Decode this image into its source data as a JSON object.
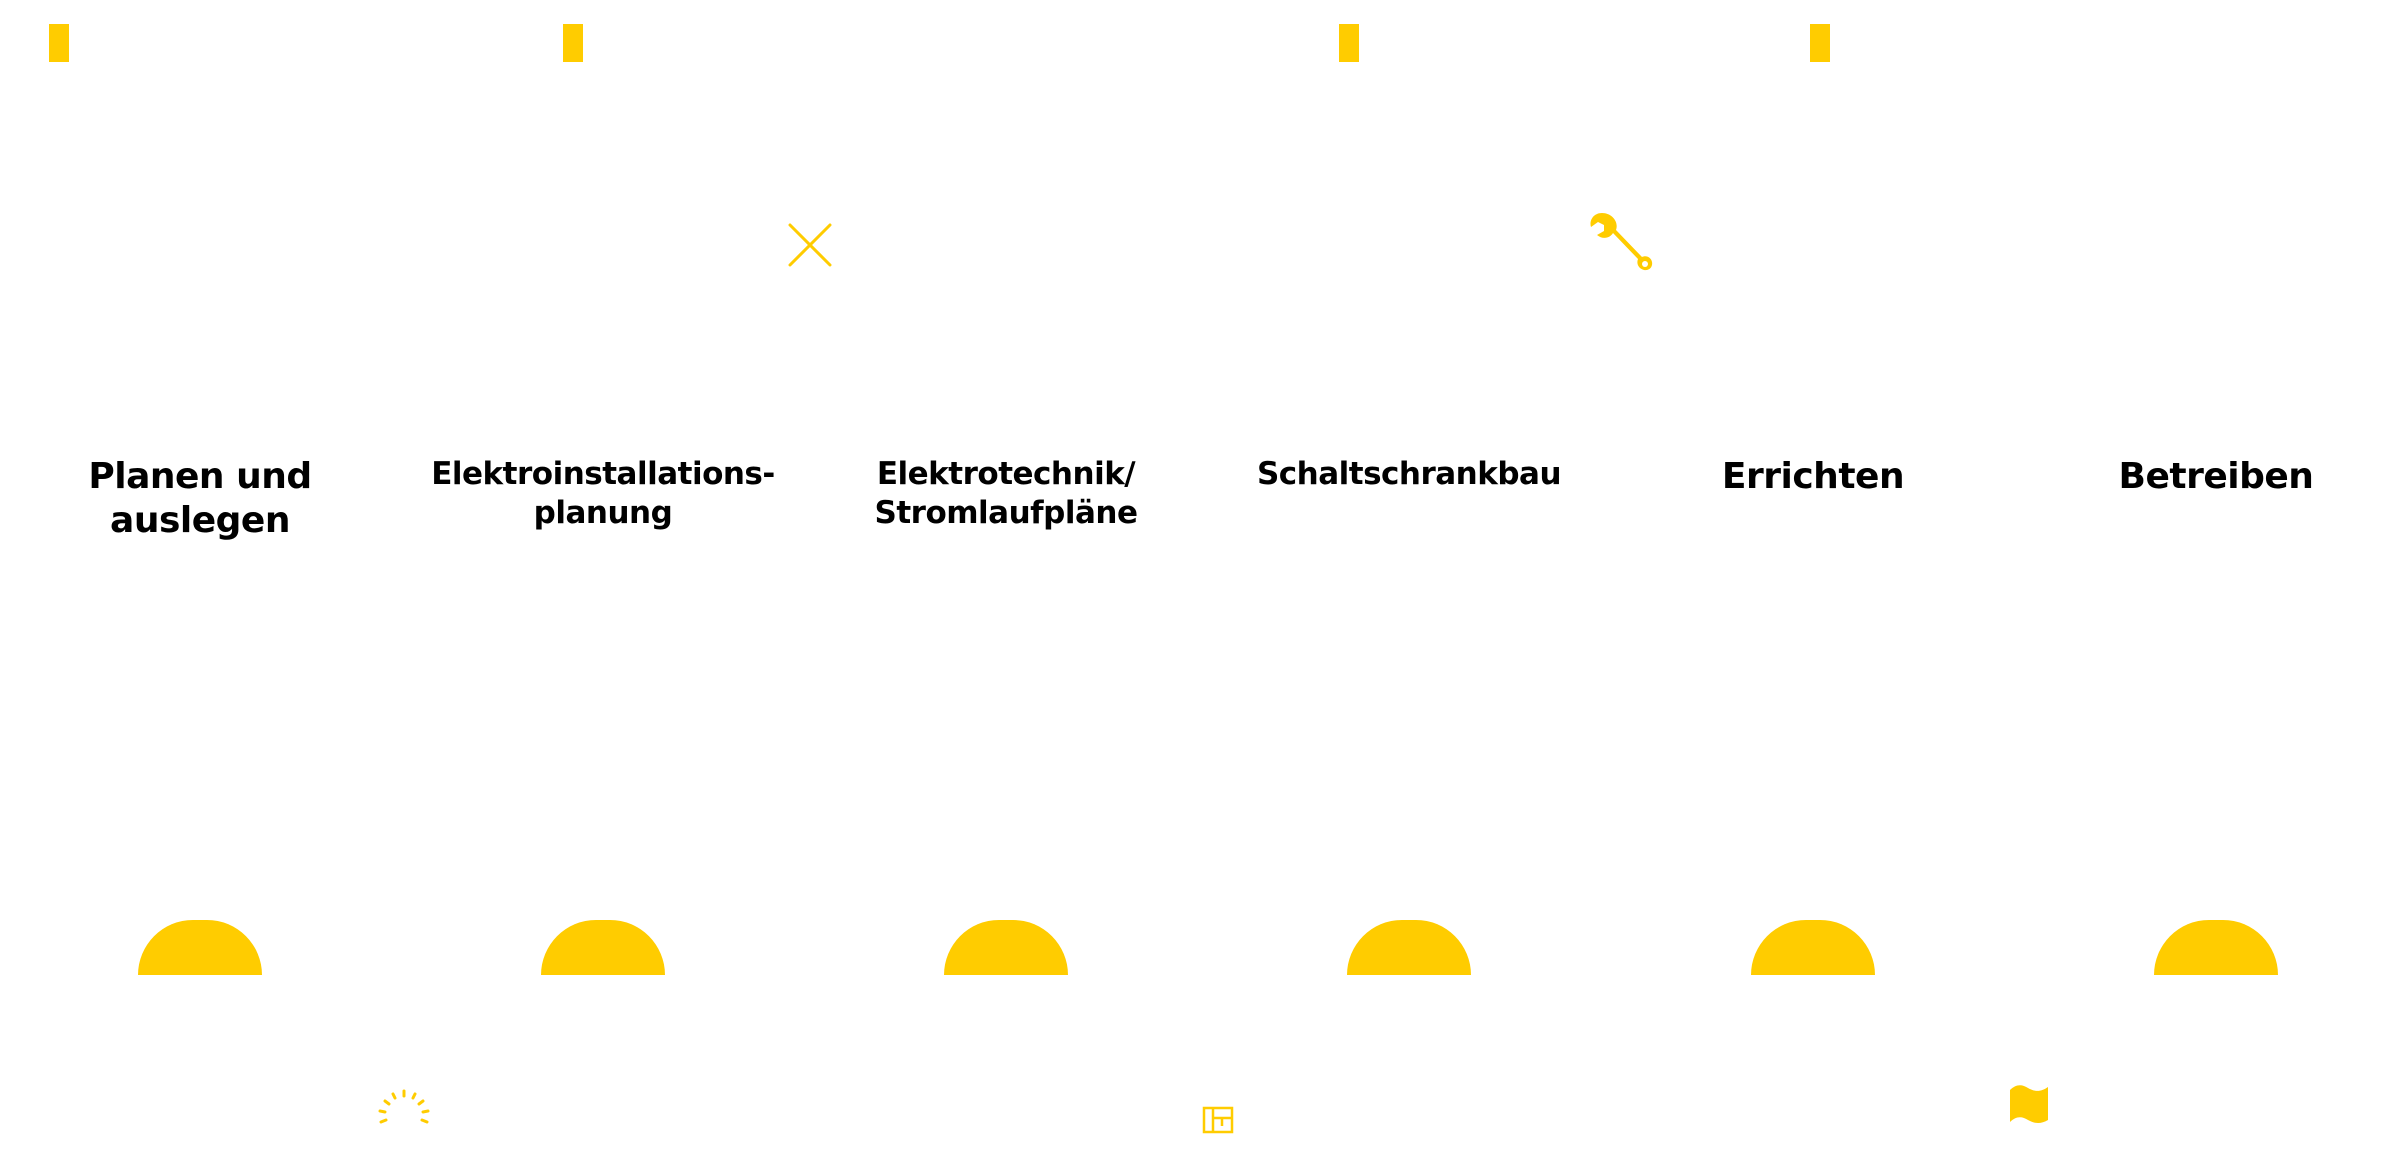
{
  "colors": {
    "accent": "#FFCC00",
    "text": "#000000",
    "background": "#FFFFFF"
  },
  "steps": [
    {
      "title": "Planen und\nauslegen"
    },
    {
      "title": "Elektroinstallations-\nplanung"
    },
    {
      "title": "Elektrotechnik/\nStromlaufpläne"
    },
    {
      "title": "Schaltschrankbau"
    },
    {
      "title": "Errichten"
    },
    {
      "title": "Betreiben"
    }
  ],
  "icons": [
    "cross-icon",
    "wrench-icon",
    "dashed-gauge-icon",
    "schematic-icon",
    "flag-icon"
  ]
}
